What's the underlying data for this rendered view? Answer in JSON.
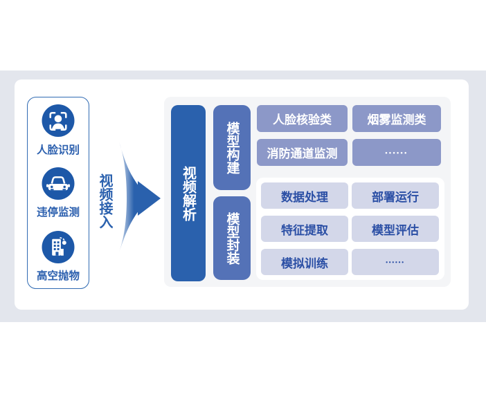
{
  "colors": {
    "band": "#e3e6ed",
    "panel": "#f4f5f7",
    "primary_blue": "#1d58a8",
    "dark_bar": "#2a61ad",
    "medium_bar": "#5472b7",
    "scenario_box": "#8c98c8",
    "process_box": "#d3d7e9",
    "text_blue": "#2b5fae",
    "card_border": "#2f6ab2"
  },
  "sources": {
    "items": [
      {
        "label": "人脸识别",
        "icon": "face-recognition-icon"
      },
      {
        "label": "违停监测",
        "icon": "car-icon"
      },
      {
        "label": "高空抛物",
        "icon": "building-throw-icon"
      }
    ]
  },
  "flow": {
    "label": "视频接入"
  },
  "pipeline": {
    "parse_bar": "视频解析",
    "model_build_bar": "模型构建",
    "model_package_bar": "模型封装",
    "scenario_boxes": [
      "人脸核验类",
      "烟雾监测类",
      "消防通道监测",
      "••••••"
    ],
    "process_boxes": [
      "数据处理",
      "部署运行",
      "特征提取",
      "模型评估",
      "模拟训练",
      "••••••"
    ]
  }
}
